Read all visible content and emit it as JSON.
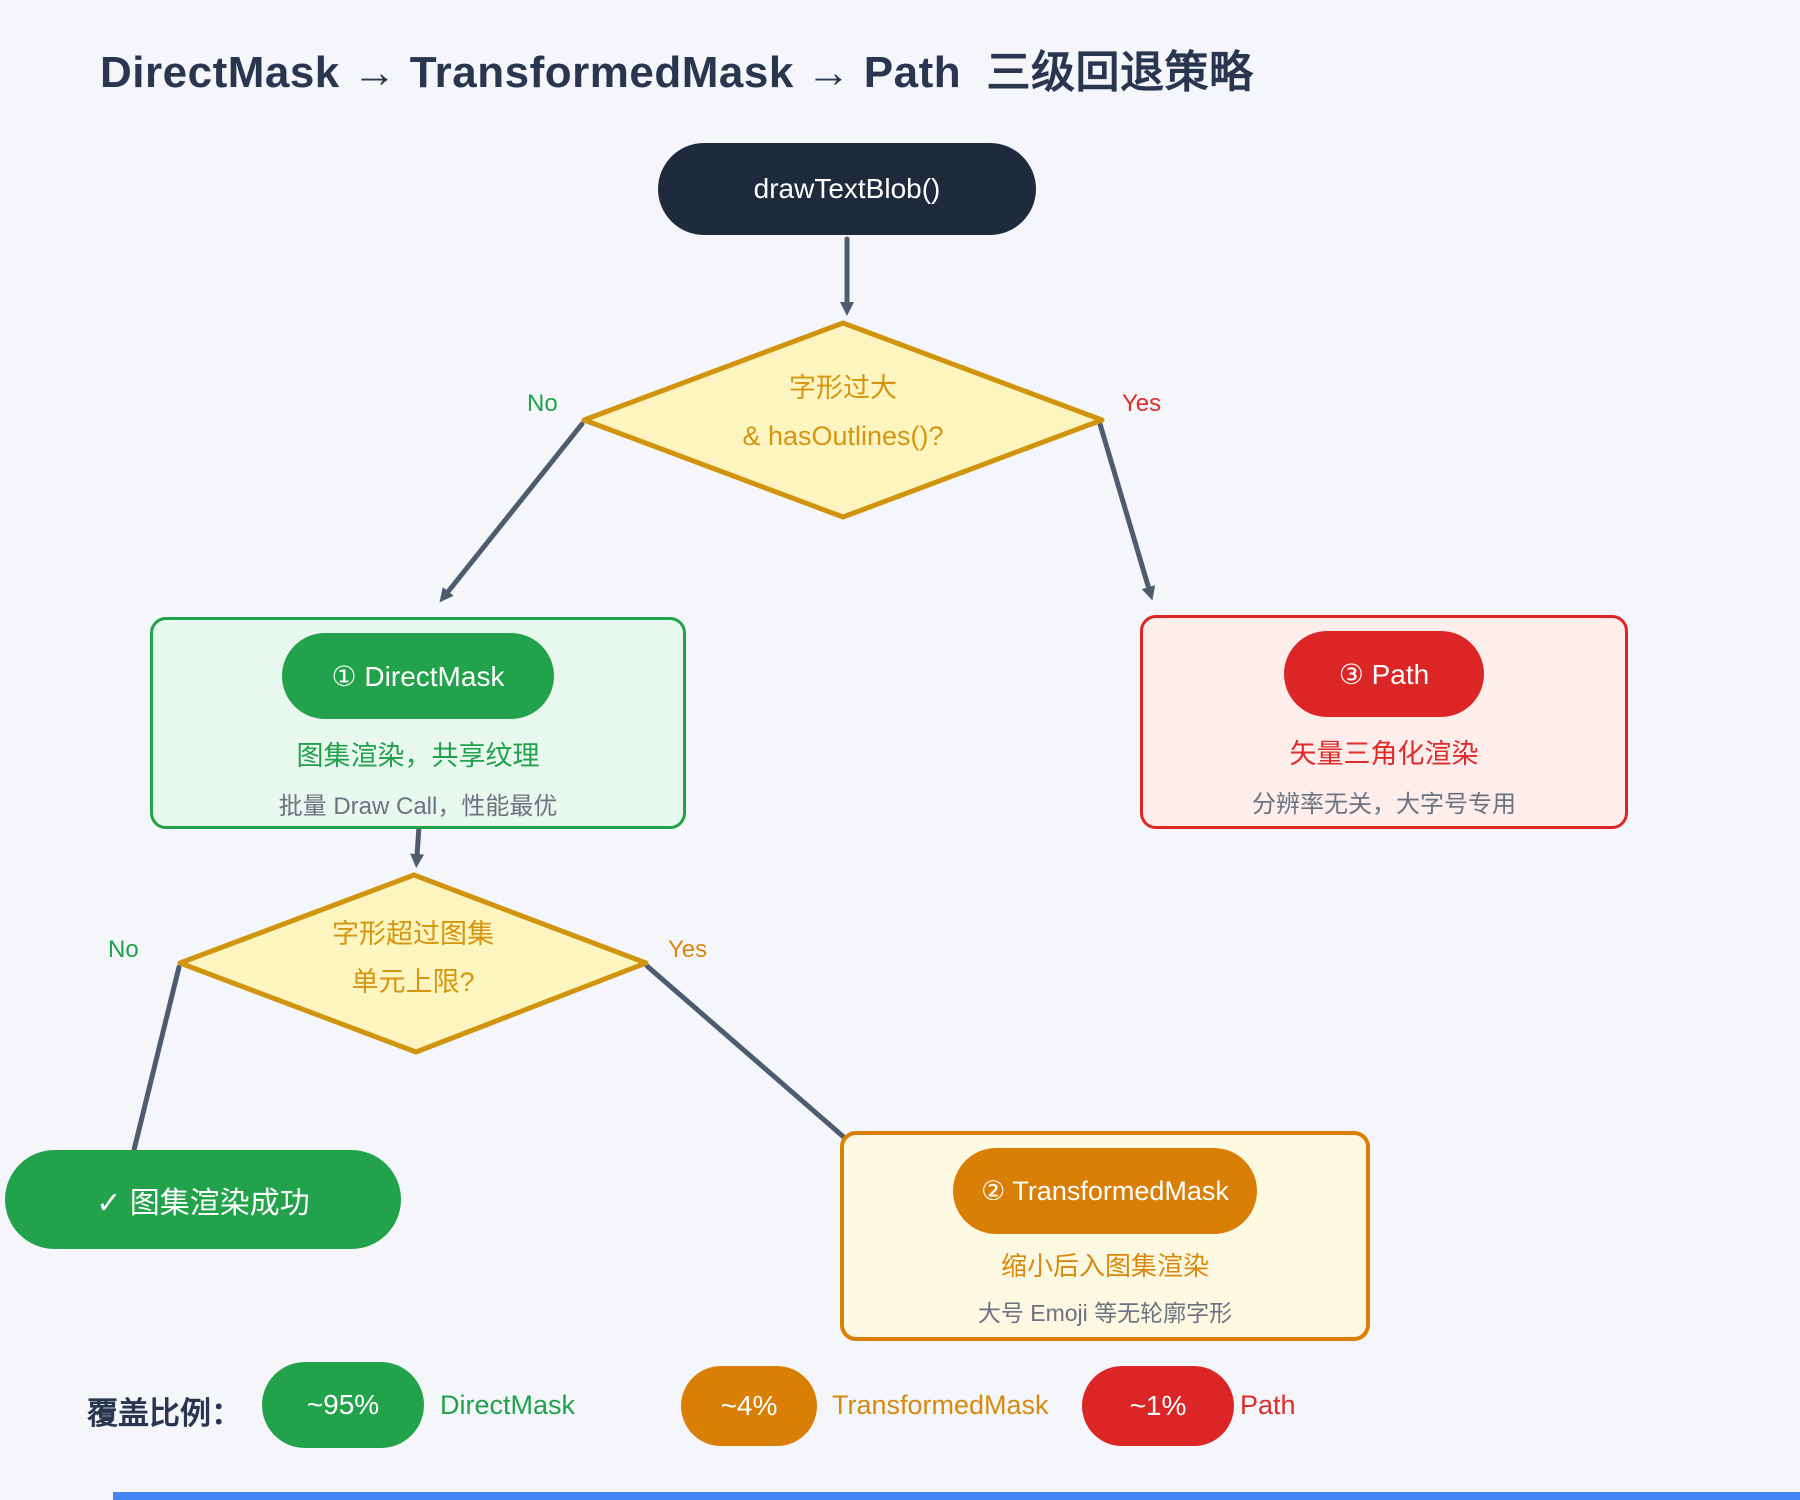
{
  "title": "DirectMask → TransformedMask → Path  三级回退策略",
  "flow": {
    "start": {
      "label": "drawTextBlob()"
    },
    "decision1": {
      "line1": "字形过大",
      "line2": "& hasOutlines()?",
      "no_label": "No",
      "yes_label": "Yes"
    },
    "direct_mask": {
      "badge": "① DirectMask",
      "subtitle": "图集渲染，共享纹理",
      "note": "批量 Draw Call，性能最优"
    },
    "path_node": {
      "badge": "③ Path",
      "subtitle": "矢量三角化渲染",
      "note": "分辨率无关，大字号专用"
    },
    "decision2": {
      "line1": "字形超过图集",
      "line2": "单元上限?",
      "no_label": "No",
      "yes_label": "Yes"
    },
    "success": {
      "label": "✓ 图集渲染成功"
    },
    "transformed_mask": {
      "badge": "② TransformedMask",
      "subtitle": "缩小后入图集渲染",
      "note": "大号 Emoji 等无轮廓字形"
    }
  },
  "legend": {
    "title": "覆盖比例：",
    "items": [
      {
        "value": "~95%",
        "label": "DirectMask"
      },
      {
        "value": "~4%",
        "label": "TransformedMask"
      },
      {
        "value": "~1%",
        "label": "Path"
      }
    ]
  },
  "colors": {
    "bg": "#f4f6fa",
    "ink": "#2a3650",
    "navy": "#1f2b3d",
    "slate": "#4d5c6e",
    "diamond-fill": "#fcf5bf",
    "diamond-border": "#d0940f",
    "diamond-text": "#d6950f",
    "green": "#22a34b",
    "green-light": "#e9f8ee",
    "green-text": "#21a14c",
    "red": "#dc2626",
    "red-light": "#fdeeec",
    "red-text": "#e02b2b",
    "orange": "#d97f06",
    "orange-light": "#fdf8e2",
    "orange-text": "#d8890d",
    "gray-text": "#6b7280",
    "scrollbar-blue": "#4285f4"
  }
}
